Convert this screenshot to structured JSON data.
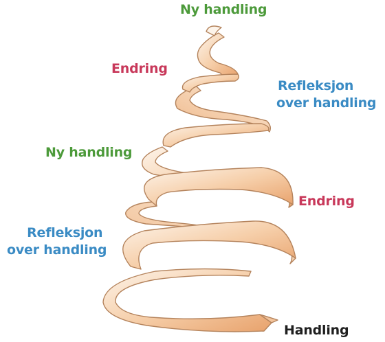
{
  "labels": {
    "top_new_action": "Ny handling",
    "upper_change": "Endring",
    "upper_reflection_line1": "Refleksjon",
    "upper_reflection_line2": "over handling",
    "middle_new_action": "Ny handling",
    "lower_change": "Endring",
    "lower_reflection_line1": "Refleksjon",
    "lower_reflection_line2": "over handling",
    "bottom_action": "Handling"
  },
  "colors": {
    "new_action": "#4c9a3a",
    "change": "#c8385a",
    "reflection": "#3a8bc4",
    "action": "#1f1f1f",
    "spiral_light": "#fdf4ea",
    "spiral_dark": "#e8a26c",
    "spiral_outline": "#b4835c"
  }
}
